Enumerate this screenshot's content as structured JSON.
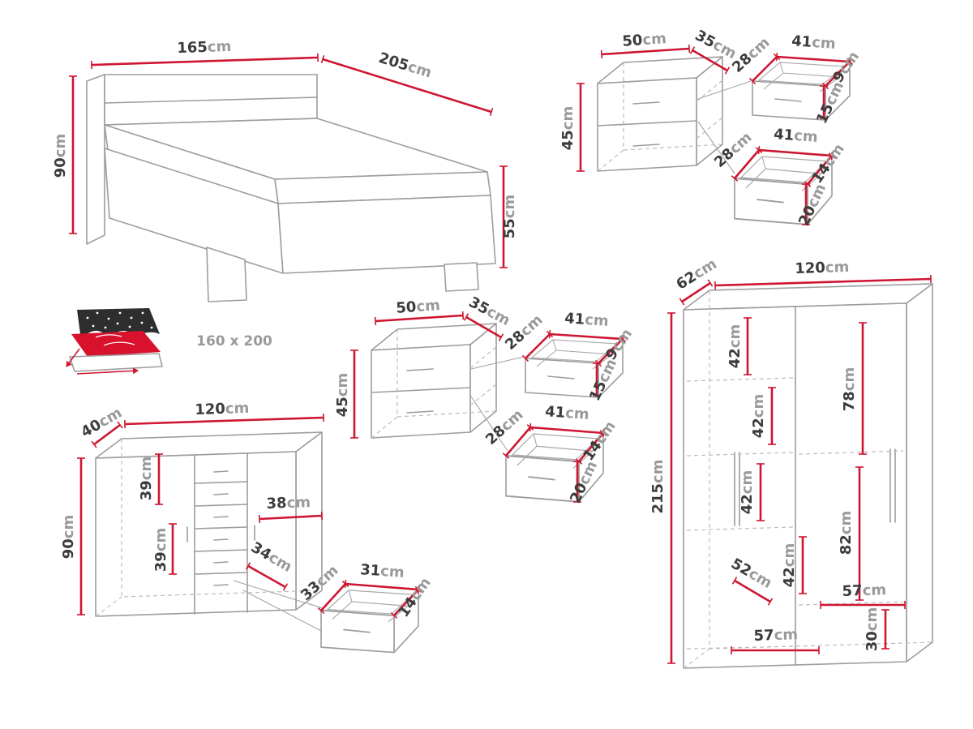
{
  "colors": {
    "furniture_line": "#9d9d9d",
    "hidden_line": "#bcbcbc",
    "dimension_red": "#ce1631",
    "number_text": "#3c3c3c",
    "unit_text": "#9a9a9a",
    "mattress_fill": "#d8112d",
    "headboard_fill": "#2e2e2e"
  },
  "bed": {
    "width": "165cm",
    "length": "205cm",
    "headboard_height": "90cm",
    "frame_height": "55cm",
    "mattress_size": "160 x 200"
  },
  "nightstand": {
    "width": "50cm",
    "depth": "35cm",
    "height": "45cm",
    "top_drawer": {
      "depth": "28cm",
      "width": "41cm",
      "inner_height": "9cm",
      "front_height": "15cm"
    },
    "bottom_drawer": {
      "depth": "28cm",
      "width": "41cm",
      "inner_height": "14cm",
      "front_height": "20cm"
    }
  },
  "dresser": {
    "depth": "40cm",
    "width": "120cm",
    "height": "90cm",
    "upper_section": "39cm",
    "lower_section": "39cm",
    "inner_width": "38cm",
    "inner_depth": "34cm",
    "drawer": {
      "depth": "33cm",
      "width": "31cm",
      "height": "14cm"
    }
  },
  "wardrobe": {
    "depth": "62cm",
    "width": "120cm",
    "height": "215cm",
    "section_1": "42cm",
    "section_2": "42cm",
    "section_3": "42cm",
    "section_4": "42cm",
    "left_column": "78cm",
    "right_column": "82cm",
    "inner_depth": "52cm",
    "upper_shelf_width": "57cm",
    "plinth_height": "30cm",
    "lower_shelf_width": "57cm"
  }
}
